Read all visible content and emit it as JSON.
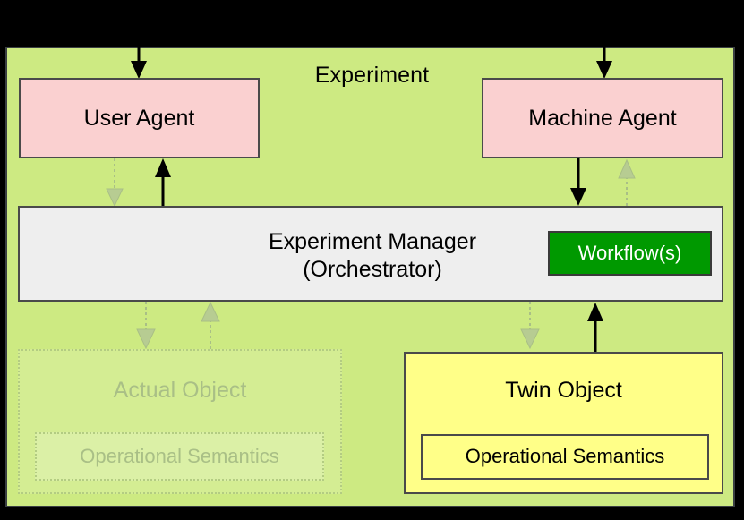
{
  "diagram": {
    "title": "Experiment",
    "colors": {
      "container_fill": "#cdea82",
      "agent_fill": "#fad0d0",
      "manager_fill": "#eeeeee",
      "workflow_fill": "#009900",
      "twin_fill": "#ffff88",
      "ghost_text": "#a9bf86",
      "border": "#4a4a4a",
      "page_background": "#000000"
    },
    "nodes": {
      "user_agent": "User Agent",
      "machine_agent": "Machine Agent",
      "experiment_manager_line1": "Experiment Manager",
      "experiment_manager_line2": "(Orchestrator)",
      "workflows": "Workflow(s)",
      "actual_object": "Actual Object",
      "actual_object_semantics": "Operational Semantics",
      "twin_object": "Twin Object",
      "twin_object_semantics": "Operational Semantics"
    },
    "connectors": [
      {
        "id": "into-user-agent",
        "style": "solid",
        "direction": "down",
        "from": "outside-top",
        "to": "user-agent"
      },
      {
        "id": "into-machine-agent",
        "style": "solid",
        "direction": "down",
        "from": "outside-top",
        "to": "machine-agent"
      },
      {
        "id": "user-agent-to-manager",
        "style": "dashed",
        "direction": "down",
        "from": "user-agent",
        "to": "experiment-manager"
      },
      {
        "id": "manager-to-user-agent",
        "style": "solid",
        "direction": "up",
        "from": "experiment-manager",
        "to": "user-agent"
      },
      {
        "id": "machine-agent-to-manager",
        "style": "solid",
        "direction": "down",
        "from": "machine-agent",
        "to": "experiment-manager"
      },
      {
        "id": "manager-to-machine-agent",
        "style": "dashed",
        "direction": "up",
        "from": "experiment-manager",
        "to": "machine-agent"
      },
      {
        "id": "manager-to-actual-object",
        "style": "dashed",
        "direction": "down",
        "from": "experiment-manager",
        "to": "actual-object"
      },
      {
        "id": "actual-object-to-manager",
        "style": "dashed",
        "direction": "up",
        "from": "actual-object",
        "to": "experiment-manager"
      },
      {
        "id": "manager-to-twin-object",
        "style": "dashed",
        "direction": "down",
        "from": "experiment-manager",
        "to": "twin-object"
      },
      {
        "id": "twin-object-to-manager",
        "style": "solid",
        "direction": "up",
        "from": "twin-object",
        "to": "experiment-manager"
      }
    ]
  }
}
